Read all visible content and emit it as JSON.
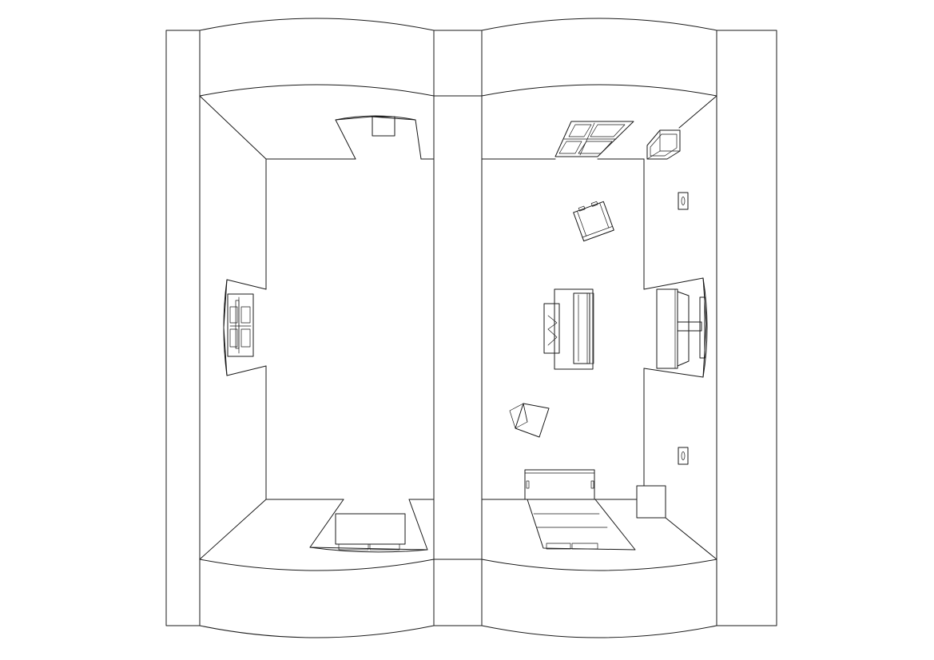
{
  "drawing": {
    "type": "architectural-floor-plan",
    "style": "black line drawing on white background",
    "text_labels": []
  },
  "colors": {
    "background": "#ffffff",
    "line": "#1a1a1a"
  },
  "rooms": [
    {
      "name": "left-room",
      "furniture": []
    },
    {
      "name": "right-room",
      "furniture": [
        "armchair",
        "sofa",
        "coffee-table",
        "magazine-chair",
        "sideboard",
        "tv-stand",
        "side-table",
        "small-cabinet"
      ]
    }
  ]
}
